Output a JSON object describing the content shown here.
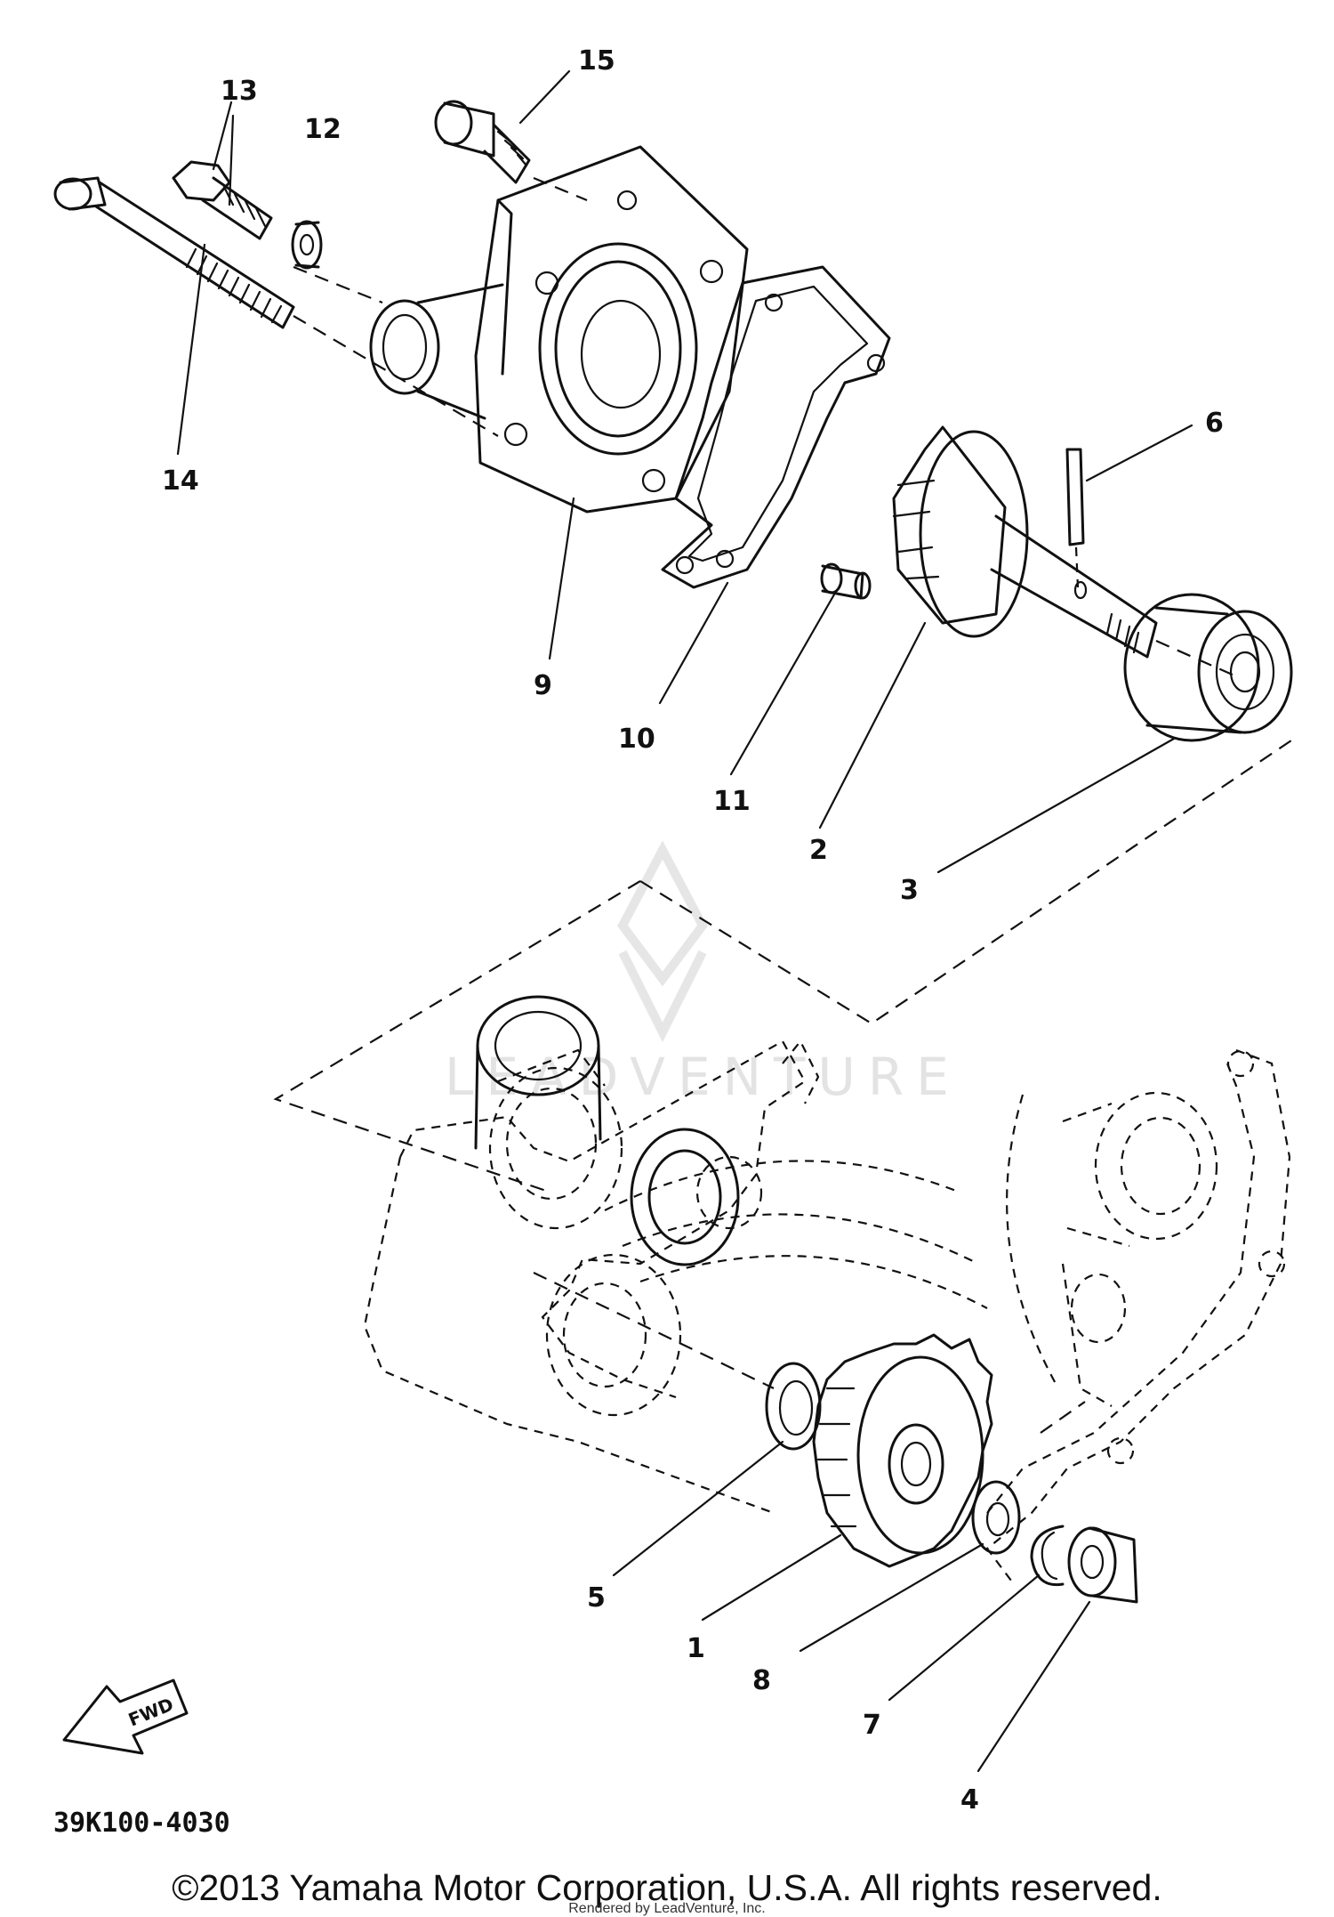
{
  "diagram": {
    "callouts": [
      "15",
      "13",
      "12",
      "14",
      "9",
      "10",
      "11",
      "2",
      "3",
      "6",
      "5",
      "1",
      "8",
      "7",
      "4"
    ],
    "fwd_label": "FWD",
    "diagram_code": "39K100-4030",
    "watermark": "LEADVENTURE"
  },
  "footer": {
    "copyright": "©2013 Yamaha Motor Corporation, U.S.A. All rights reserved.",
    "rendered_by": "Rendered by LeadVenture, Inc."
  }
}
